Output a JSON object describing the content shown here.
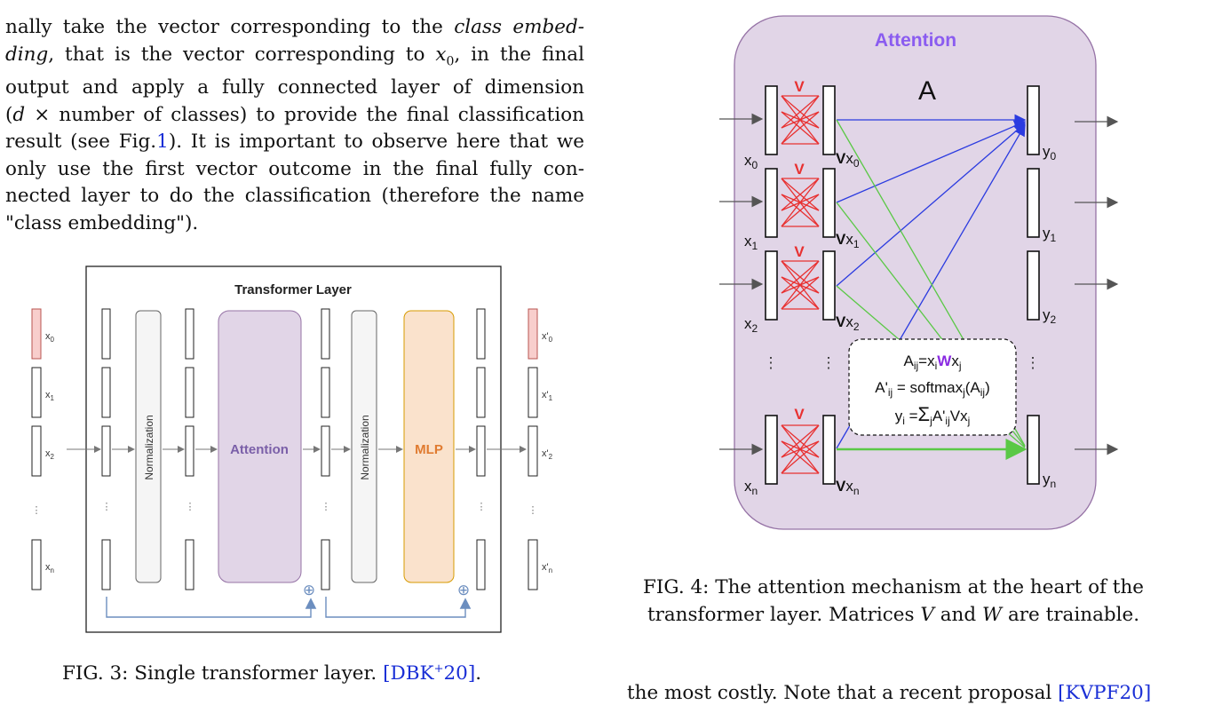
{
  "paragraph": {
    "lines": [
      "nally take the vector corresponding to the class embed-",
      "ding, that is the vector corresponding to x0, in the final",
      "output and apply a fully connected layer of dimension",
      "(d × number of classes) to provide the final classification",
      "result (see Fig.1). It is important to observe here that we",
      "only use the first vector outcome in the final fully con-",
      "nected layer to do the classification (therefore the name",
      "\"class embedding\")."
    ]
  },
  "fig3": {
    "title": "Transformer Layer",
    "attention_label": "Attention",
    "mlp_label": "MLP",
    "norm_label": "Normalization",
    "inputs": [
      "x0",
      "x1",
      "x2",
      "⋮",
      "xn"
    ],
    "outputs": [
      "x'0",
      "x'1",
      "x'2",
      "⋮",
      "x'n"
    ],
    "add_symbol": "⊕",
    "caption_prefix": "FIG. 3: Single transformer layer.",
    "caption_cite": "[DBK+20]",
    "caption_suffix": "."
  },
  "fig4": {
    "title": "Attention",
    "matrix_label": "A",
    "v_label": "V",
    "inputs": [
      "x0",
      "x1",
      "x2",
      "xn"
    ],
    "vx": [
      "Vx0",
      "Vx1",
      "Vx2",
      "Vxn"
    ],
    "outputs": [
      "y0",
      "y1",
      "y2",
      "yn"
    ],
    "dots": "⋮",
    "formula1": "Aij=xiWxj",
    "formula2": "A'ij = softmaxj(Aij)",
    "formula3": "yi =ΣjA'ijVxj",
    "caption_line1": "FIG. 4: The attention mechanism at the heart of the",
    "caption_line2": "transformer layer. Matrices V and W are trainable."
  },
  "bottom_text": {
    "prefix": "the most costly. Note that a recent proposal",
    "cite": "[KVPF20]"
  },
  "colors": {
    "attention_fill": "#e1d5e7",
    "attention_text": "#7a5fa8",
    "mlp_fill": "#fae2cc",
    "mlp_text": "#e07b30",
    "norm_fill": "#f5f5f5",
    "x0_fill": "#f8cecc",
    "skip_line": "#6c8ebf",
    "blue_line": "#2b3be0",
    "green_line": "#5ac846",
    "v_red": "#e83030",
    "w_purple": "#8a2be2",
    "cite": "#1a2fd6"
  }
}
